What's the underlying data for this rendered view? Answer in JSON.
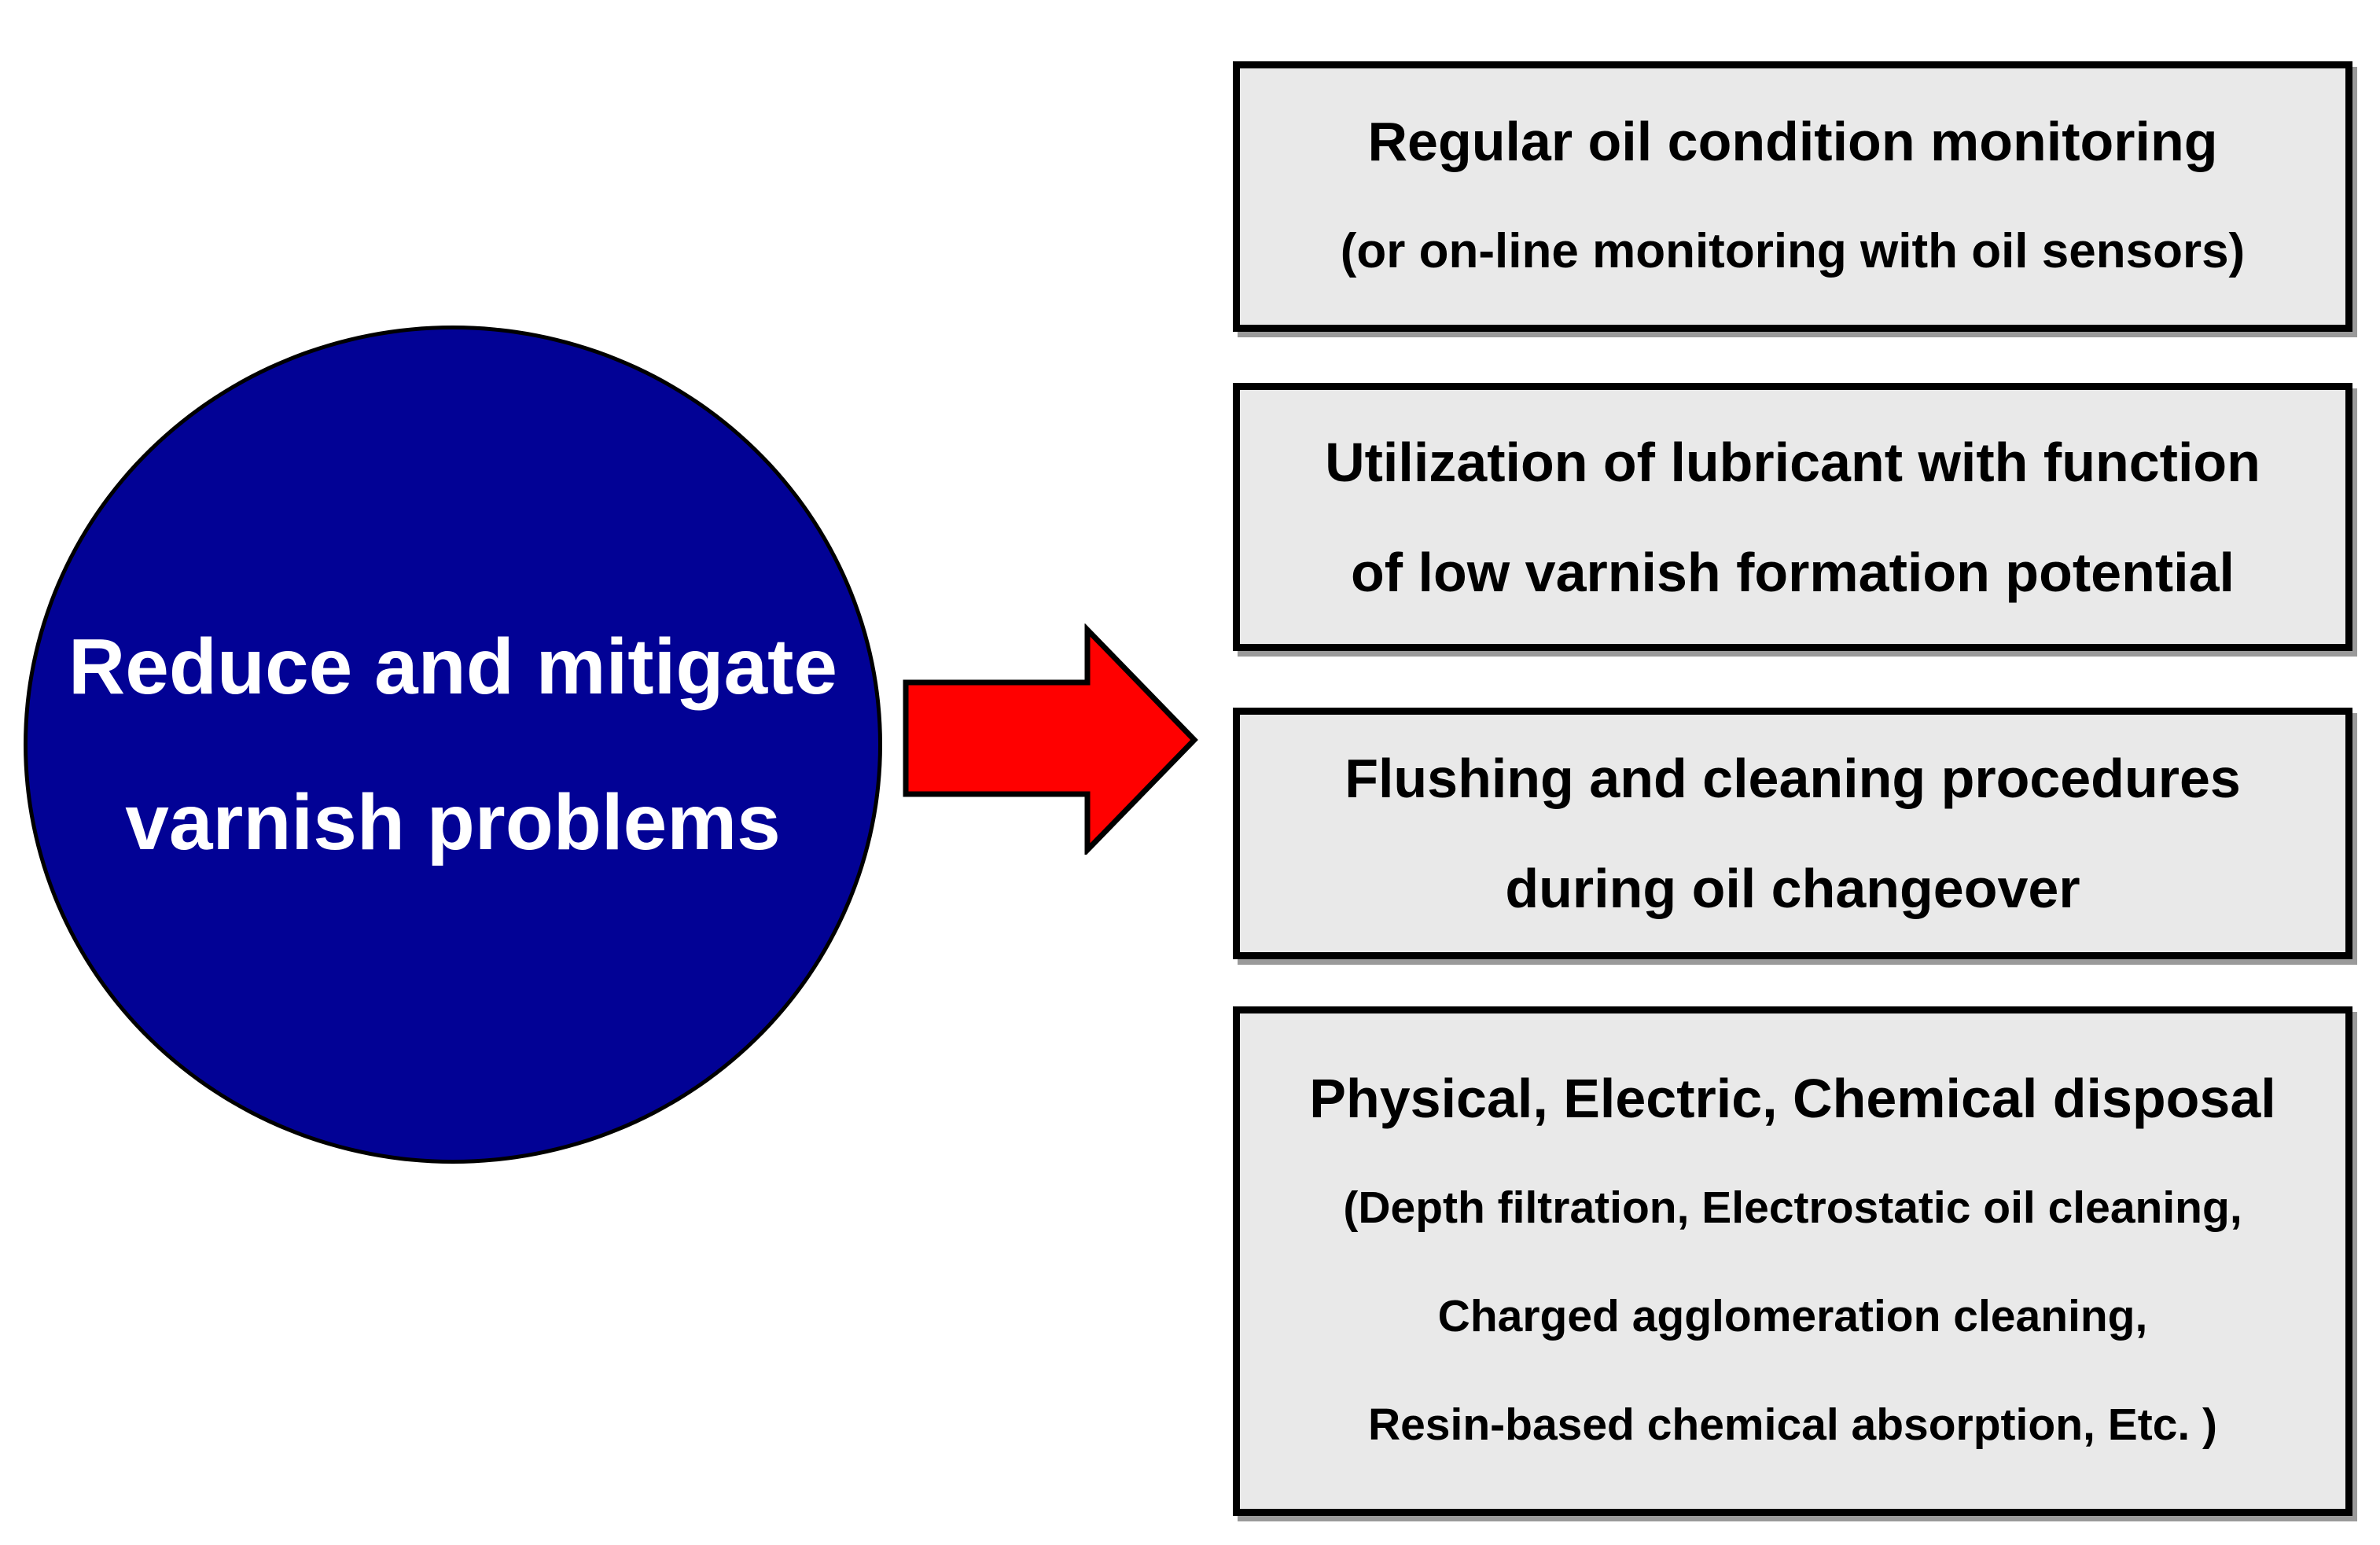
{
  "circle": {
    "lines": [
      "Reduce and mitigate",
      "varnish problems"
    ],
    "fill": "#020295",
    "border": "#000000",
    "text_color": "#ffffff"
  },
  "arrow": {
    "direction": "right",
    "fill": "#ff0000",
    "outline": "#000000"
  },
  "boxes": [
    {
      "title_lines": [
        "Regular oil condition monitoring"
      ],
      "sub_lines": [
        "(or on-line monitoring with oil sensors)"
      ]
    },
    {
      "title_lines": [
        "Utilization of lubricant with function",
        "of low varnish formation potential"
      ],
      "sub_lines": []
    },
    {
      "title_lines": [
        "Flushing and cleaning procedures",
        "during oil changeover"
      ],
      "sub_lines": []
    },
    {
      "title_lines": [
        "Physical, Electric, Chemical disposal"
      ],
      "sub_lines": [
        "(Depth filtration, Electrostatic oil cleaning,",
        "Charged agglomeration cleaning,",
        "Resin-based chemical absorption, Etc. )"
      ]
    }
  ],
  "box_style": {
    "fill": "#e9e9e9",
    "border": "#000000",
    "text_color": "#000000"
  }
}
